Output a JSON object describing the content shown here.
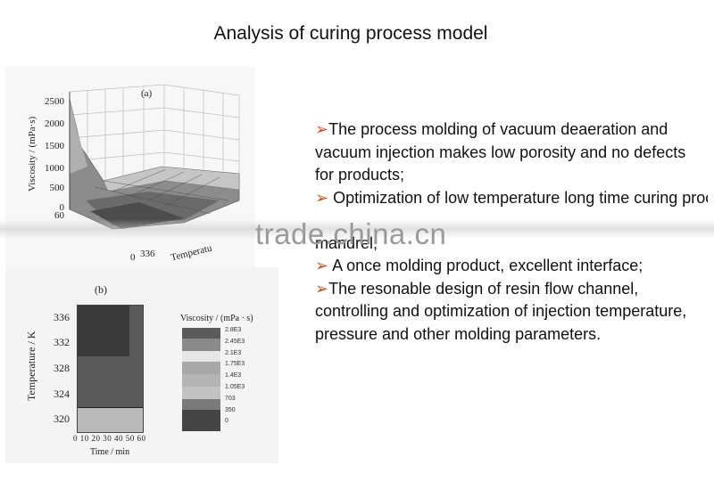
{
  "title": "Analysis of curing process model",
  "figure_a": {
    "label": "(a)",
    "y_axis_title": "Viscosity / (mPa·s)",
    "y_ticks": [
      "2500",
      "2000",
      "1500",
      "1000",
      "500",
      "0"
    ],
    "x_ticks_visible": [
      "60",
      "0",
      "336"
    ],
    "x_axis_partial": "Temperatu"
  },
  "figure_b": {
    "label": "(b)",
    "y_axis_title": "Temperature / K",
    "y_ticks": [
      "336",
      "332",
      "328",
      "324",
      "320"
    ],
    "x_ticks": "0 10 20 30 40 50 60",
    "x_axis_title": "Time / min",
    "legend_title": "Viscosity / (mPa · s)",
    "legend_labels": [
      "2.8E3",
      "2.45E3",
      "2.1E3",
      "1.75E3",
      "1.4E3",
      "1.05E3",
      "703",
      "350",
      "0"
    ],
    "legend_colors": [
      "#5a5a5a",
      "#8a8a8a",
      "#e6e6e6",
      "#a8a8a8",
      "#b4b4b4",
      "#c2c2c2",
      "#7a7a7a",
      "#4a4a4a",
      "#3e3e3e"
    ]
  },
  "bullets": [
    {
      "arrow": "➢",
      "text": "The process molding of vacuum deaeration and vacuum injection makes low porosity and no defects for products;"
    },
    {
      "arrow": "➢",
      "text": " Optimization of low temperature long time curing process to solve the microcracks ..."
    },
    {
      "arrow": "",
      "text": "mandrel;"
    },
    {
      "arrow": "➢",
      "text": " A once molding product, excellent interface;"
    },
    {
      "arrow": "➢",
      "text": "The resonable design of resin flow channel, controlling and optimization of injection temperature, pressure and other molding parameters."
    }
  ],
  "watermark": "trade.china.cn",
  "colors": {
    "arrow": "#d24a1e",
    "text": "#111111",
    "watermark": "#9a9a9a"
  }
}
